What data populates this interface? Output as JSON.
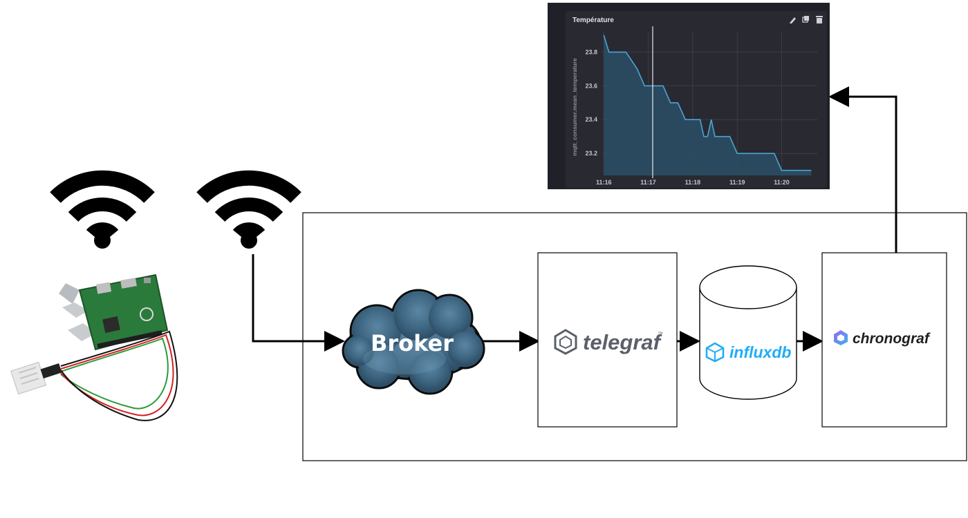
{
  "colors": {
    "background": "#ffffff",
    "line": "#000000",
    "dashboard_bg": "#202028",
    "panel_bg": "#292932",
    "grid": "#3d3d48",
    "series": "#4aa5d6",
    "series_fill": "#2b4d63",
    "cloud": "#3e6682",
    "telegraf": "#5a5f69",
    "influx": "#22adf6",
    "chronograf_text": "#1f1f1f"
  },
  "icons": [
    "wifi-icon",
    "raspberry-pi-photo",
    "cloud-shape",
    "telegraf-logo-icon",
    "influxdb-logo-icon",
    "chronograf-logo-icon",
    "pencil-icon",
    "copy-icon",
    "trash-icon"
  ],
  "diagram": {
    "broker_label": "Broker",
    "telegraf_label": "telegraf",
    "telegraf_tm": "™",
    "influxdb_label": "influxdb",
    "chronograf_label": "chronograf"
  },
  "chart_data": {
    "type": "area",
    "title": "Température",
    "ylabel": "mqtt_consumer.mean_temperature",
    "xlabel": "",
    "x": [
      "11:16:00",
      "11:16:07",
      "11:16:20",
      "11:16:30",
      "11:16:45",
      "11:16:55",
      "11:17:00",
      "11:17:20",
      "11:17:30",
      "11:17:40",
      "11:17:50",
      "11:18:00",
      "11:18:10",
      "11:18:15",
      "11:18:20",
      "11:18:25",
      "11:18:30",
      "11:18:40",
      "11:18:50",
      "11:19:00",
      "11:19:10",
      "11:19:20",
      "11:19:30",
      "11:19:40",
      "11:19:50",
      "11:20:00",
      "11:20:10",
      "11:20:40"
    ],
    "y": [
      23.9,
      23.8,
      23.8,
      23.8,
      23.7,
      23.6,
      23.6,
      23.6,
      23.5,
      23.5,
      23.4,
      23.4,
      23.4,
      23.3,
      23.3,
      23.4,
      23.3,
      23.3,
      23.3,
      23.2,
      23.2,
      23.2,
      23.2,
      23.2,
      23.2,
      23.1,
      23.1,
      23.1
    ],
    "xticks": [
      "11:16",
      "11:17",
      "11:18",
      "11:19",
      "11:20"
    ],
    "yticks": [
      "23.8",
      "23.6",
      "23.4",
      "23.2"
    ],
    "ylim": [
      23.07,
      23.92
    ],
    "xlim": [
      "11:15:57",
      "11:20:48"
    ],
    "grid": true,
    "cursor_x": "11:17:06"
  }
}
